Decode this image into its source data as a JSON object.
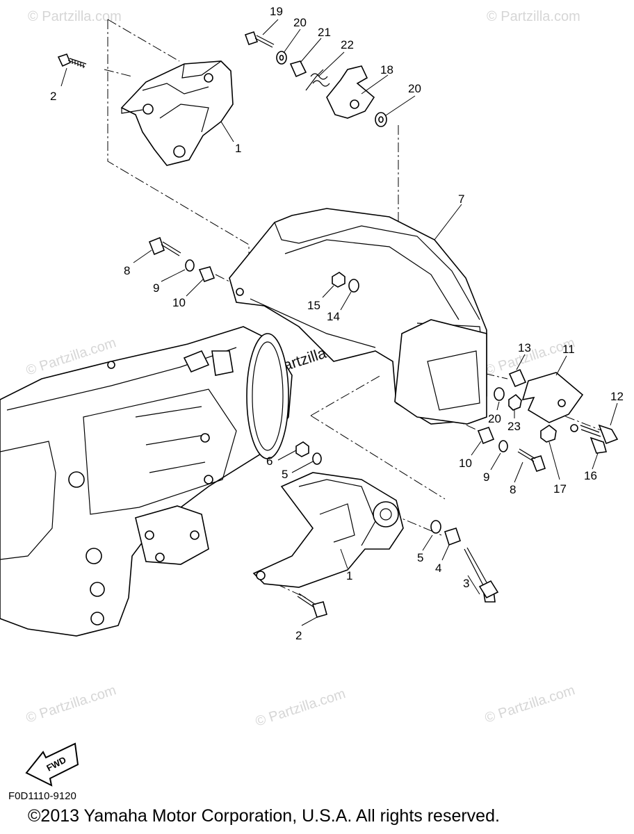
{
  "diagram": {
    "callouts": [
      "19",
      "20",
      "21",
      "22",
      "18",
      "20",
      "2",
      "1",
      "7",
      "8",
      "9",
      "10",
      "15",
      "14",
      "13",
      "11",
      "12",
      "20",
      "23",
      "6",
      "5",
      "10",
      "9",
      "8",
      "17",
      "16",
      "5",
      "4",
      "1",
      "3",
      "2"
    ],
    "fwd_label": "FWD",
    "ref_code": "F0D1110-9120",
    "copyright": "©2013 Yamaha Motor Corporation, U.S.A. All rights reserved.",
    "watermark": "© Partzilla.com"
  }
}
